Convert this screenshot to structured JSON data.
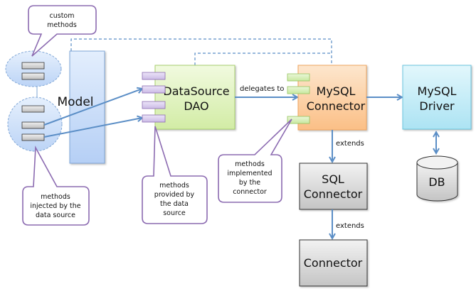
{
  "title": "Model / DataSource / Connector architecture",
  "nodes": {
    "model": {
      "label": [
        "Model"
      ],
      "color": "#c6dcfa"
    },
    "dao": {
      "label": [
        "DataSource",
        "DAO"
      ],
      "color": "#dff2bf"
    },
    "mysql_connector": {
      "label": [
        "MySQL",
        "Connector"
      ],
      "color": "#fcd1a5"
    },
    "mysql_driver": {
      "label": [
        "MySQL",
        "Driver"
      ],
      "color": "#c7eef8"
    },
    "sql_connector": {
      "label": [
        "SQL",
        "Connector"
      ],
      "color": "#d9d9d9"
    },
    "connector": {
      "label": [
        "Connector"
      ],
      "color": "#d9d9d9"
    },
    "db": {
      "label": [
        "DB"
      ],
      "color": "#d9d9d9"
    }
  },
  "edges": {
    "delegates": {
      "label": "delegates to"
    },
    "extends_1": {
      "label": "extends"
    },
    "extends_2": {
      "label": "extends"
    }
  },
  "callouts": {
    "custom_methods": {
      "lines": [
        "custom",
        "methods"
      ]
    },
    "injected": {
      "lines": [
        "methods",
        "injected by the",
        "data source"
      ]
    },
    "provided": {
      "lines": [
        "methods",
        "provided by",
        "the data",
        "source"
      ]
    },
    "implemented": {
      "lines": [
        "methods",
        "implemented",
        "by the",
        "connector"
      ]
    }
  },
  "colors": {
    "arrow": "#5b8ec6",
    "dashed": "#5b8ec6",
    "callout_border": "#8c6bb1",
    "method_stub_grey": "#d4d4d4",
    "method_stub_purple": "#ddd0f0",
    "method_stub_green": "#d6f0b4"
  }
}
